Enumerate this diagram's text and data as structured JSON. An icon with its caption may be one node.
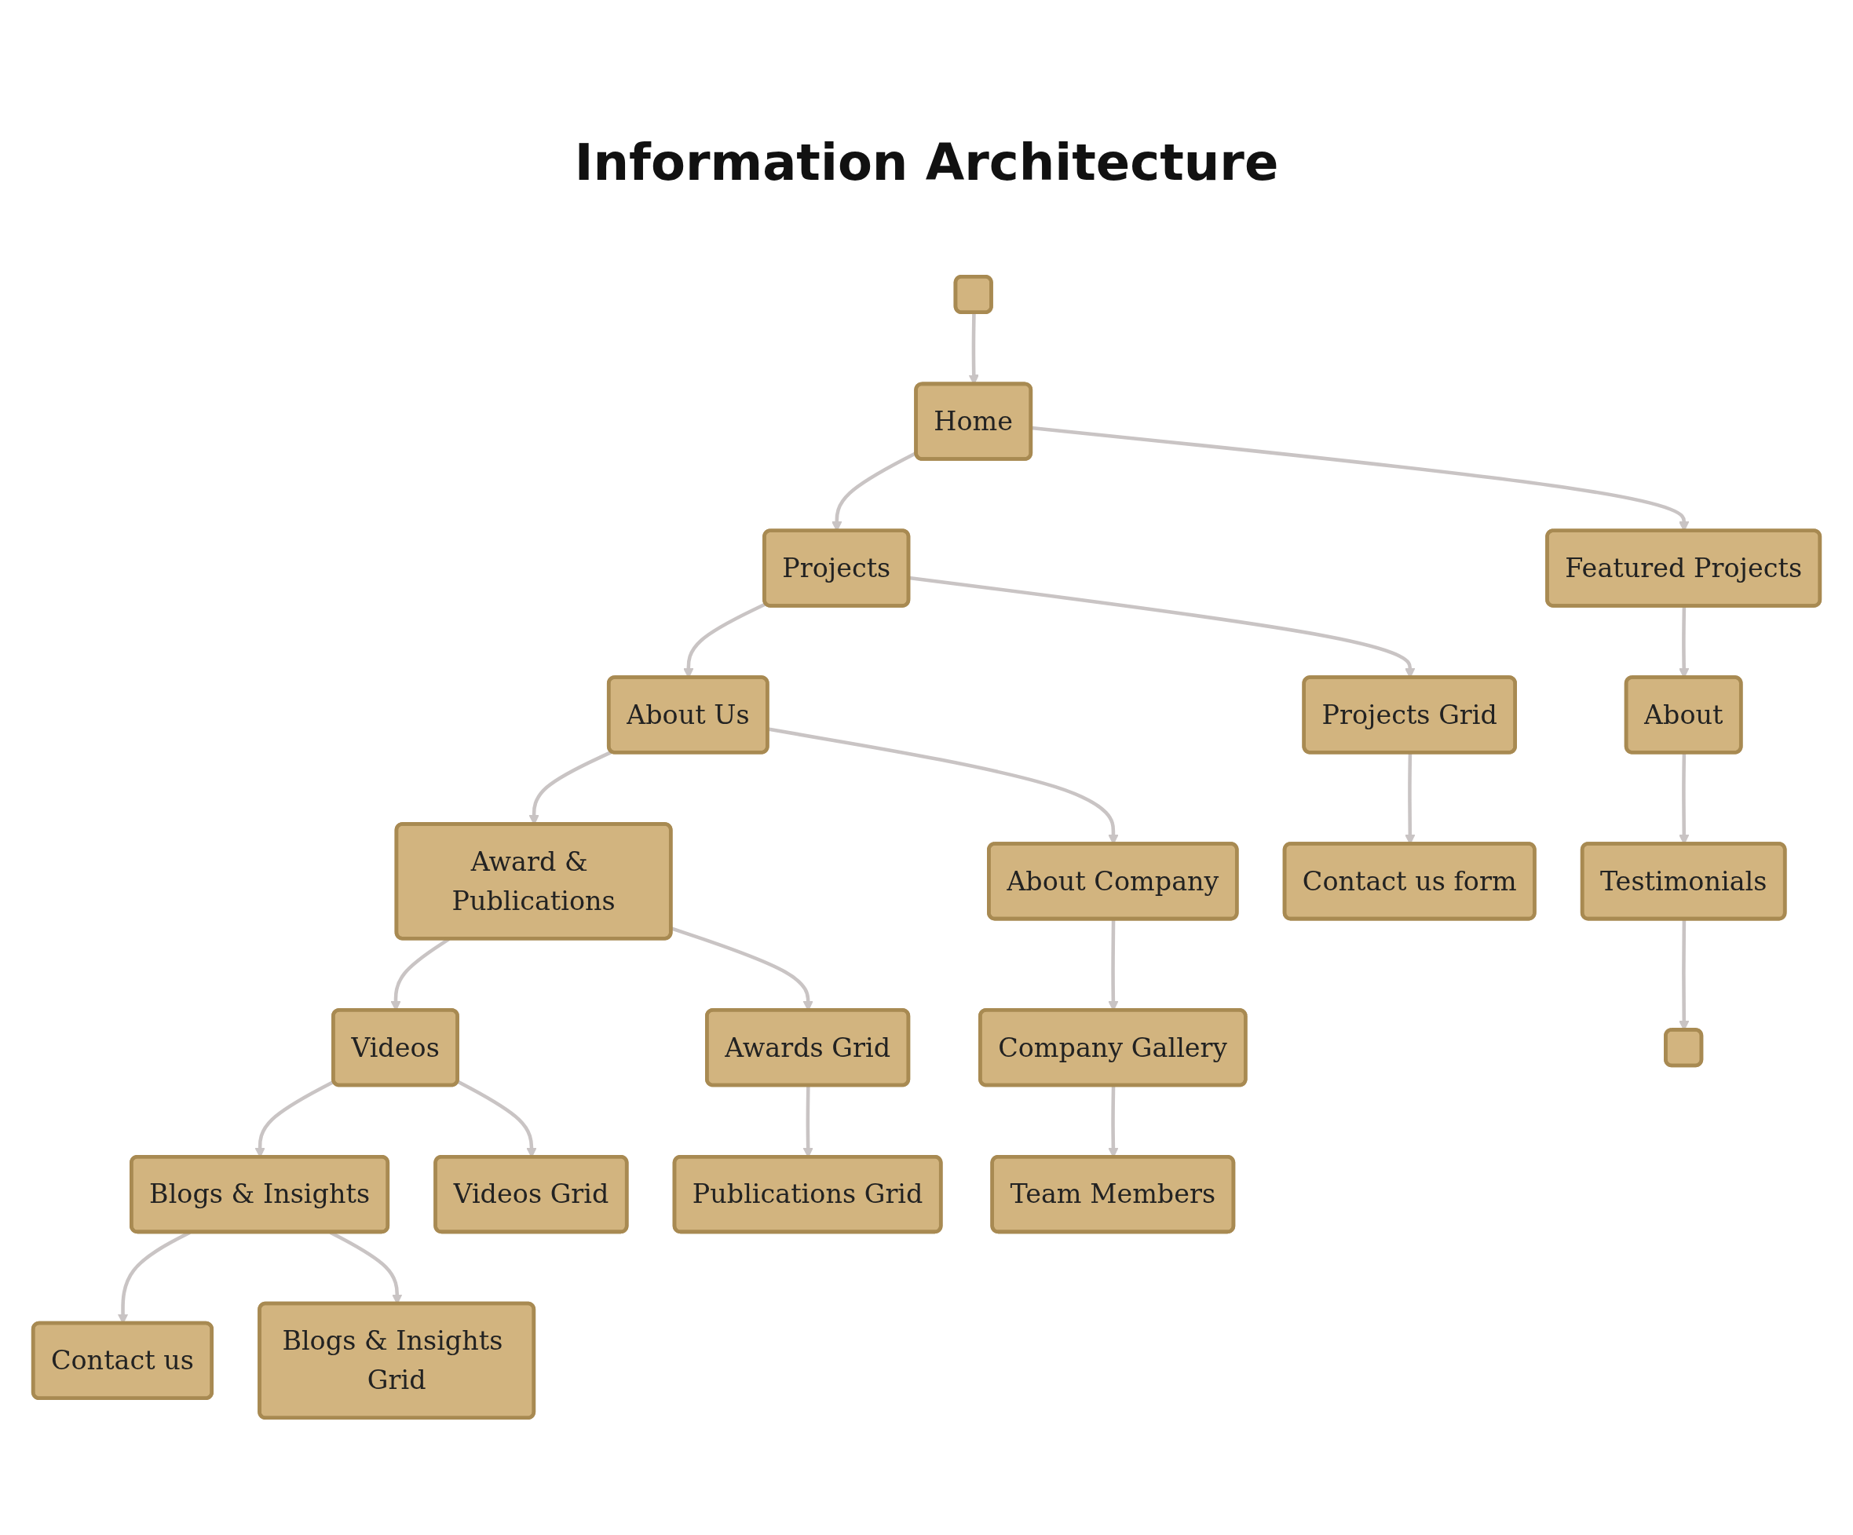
{
  "diagram": {
    "title": "Information Architecture",
    "nodes": [
      {
        "text": [],
        "shape": "box"
      },
      {
        "text": [
          "Home"
        ]
      },
      {
        "text": [
          "Projects"
        ]
      },
      {
        "text": [
          "About Us"
        ]
      },
      {
        "text": [
          "Award & Publications"
        ]
      },
      {
        "text": [
          "Videos"
        ]
      },
      {
        "text": [
          "Blogs & Insights"
        ]
      },
      {
        "text": [
          "Contact us"
        ]
      },
      {
        "text": [
          "Featured Projects"
        ]
      },
      {
        "text": [
          "About"
        ]
      },
      {
        "text": [
          "Testimonials"
        ]
      },
      {
        "text": [],
        "shape": "box"
      },
      {
        "text": [
          "Projects Grid"
        ]
      },
      {
        "text": [
          "Contact us form"
        ]
      },
      {
        "text": [
          "About Company"
        ]
      },
      {
        "text": [
          "Company Gallery"
        ]
      },
      {
        "text": [
          "Team Members"
        ]
      },
      {
        "text": [
          "Awards Grid"
        ]
      },
      {
        "text": [
          "Publications Grid"
        ]
      },
      {
        "text": [
          "Videos Grid"
        ]
      },
      {
        "text": [
          "Blogs & Insights Grid"
        ]
      }
    ],
    "edges": [
      {
        "from": 0,
        "to": 1,
        "arrow": "to"
      },
      {
        "from": 1,
        "to": 2,
        "arrow": "to"
      },
      {
        "from": 2,
        "to": 3,
        "arrow": "to"
      },
      {
        "from": 3,
        "to": 4,
        "arrow": "to"
      },
      {
        "from": 4,
        "to": 5,
        "arrow": "to"
      },
      {
        "from": 5,
        "to": 6,
        "arrow": "to"
      },
      {
        "from": 6,
        "to": 7,
        "arrow": "to"
      },
      {
        "from": 1,
        "to": 8,
        "arrow": "to"
      },
      {
        "from": 8,
        "to": 9,
        "arrow": "to"
      },
      {
        "from": 9,
        "to": 10,
        "arrow": "to"
      },
      {
        "from": 10,
        "to": 11,
        "arrow": "to"
      },
      {
        "from": 2,
        "to": 12,
        "arrow": "to"
      },
      {
        "from": 12,
        "to": 13,
        "arrow": "to"
      },
      {
        "from": 3,
        "to": 14,
        "arrow": "to"
      },
      {
        "from": 14,
        "to": 15,
        "arrow": "to"
      },
      {
        "from": 15,
        "to": 16,
        "arrow": "to"
      },
      {
        "from": 4,
        "to": 17,
        "arrow": "to"
      },
      {
        "from": 17,
        "to": 18,
        "arrow": "to"
      },
      {
        "from": 5,
        "to": 19,
        "arrow": "to"
      },
      {
        "from": 6,
        "to": 20,
        "arrow": "to"
      }
    ]
  }
}
